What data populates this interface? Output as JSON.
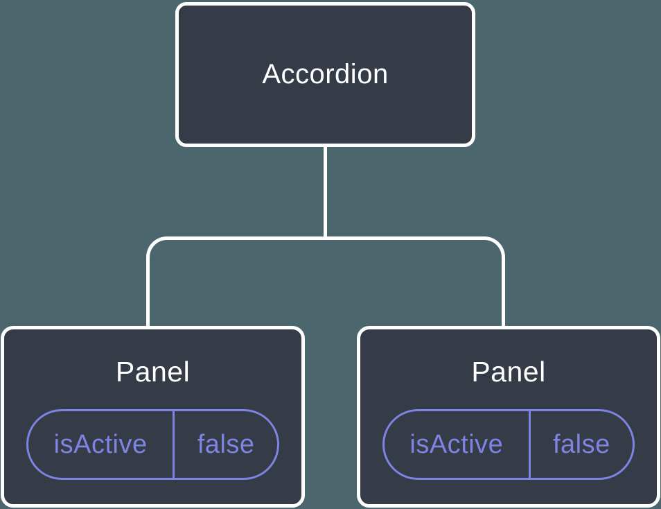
{
  "colors": {
    "canvas-bg": "#4c666d",
    "node-bg": "#353b47",
    "node-border": "#ffffff",
    "node-text": "#ffffff",
    "connector": "#ffffff",
    "accent-purple": "#7d84e3"
  },
  "diagram": {
    "type": "component-tree",
    "root": {
      "label": "Accordion"
    },
    "panels": [
      {
        "label": "Panel",
        "prop": {
          "name": "isActive",
          "value": "false"
        }
      },
      {
        "label": "Panel",
        "prop": {
          "name": "isActive",
          "value": "false"
        }
      }
    ]
  }
}
